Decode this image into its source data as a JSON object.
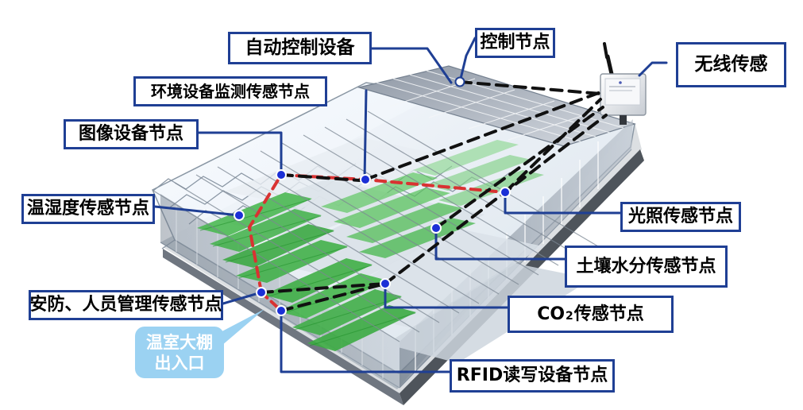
{
  "colors": {
    "label_border": "#1f3f94",
    "entrance_fill": "#9bd2f2",
    "red_line": "#d93232",
    "dark_line": "#111111",
    "node_blue": "#1b2fd6"
  },
  "labels": {
    "auto_control": "自动控制设备",
    "control_node": "控制节点",
    "wireless": "无线传感",
    "environment": "环境设备监测传感节点",
    "image_node": "图像设备节点",
    "temp_humidity": "温湿度传感节点",
    "light": "光照传感节点",
    "soil": "土壤水分传感节点",
    "security": "安防、人员管理传感节点",
    "co2_prefix": "CO",
    "co2_sub": "2",
    "co2_suffix": "传感节点",
    "rfid": "RFID读写设备节点",
    "entrance_line1": "温室大棚",
    "entrance_line2": "出入口"
  }
}
